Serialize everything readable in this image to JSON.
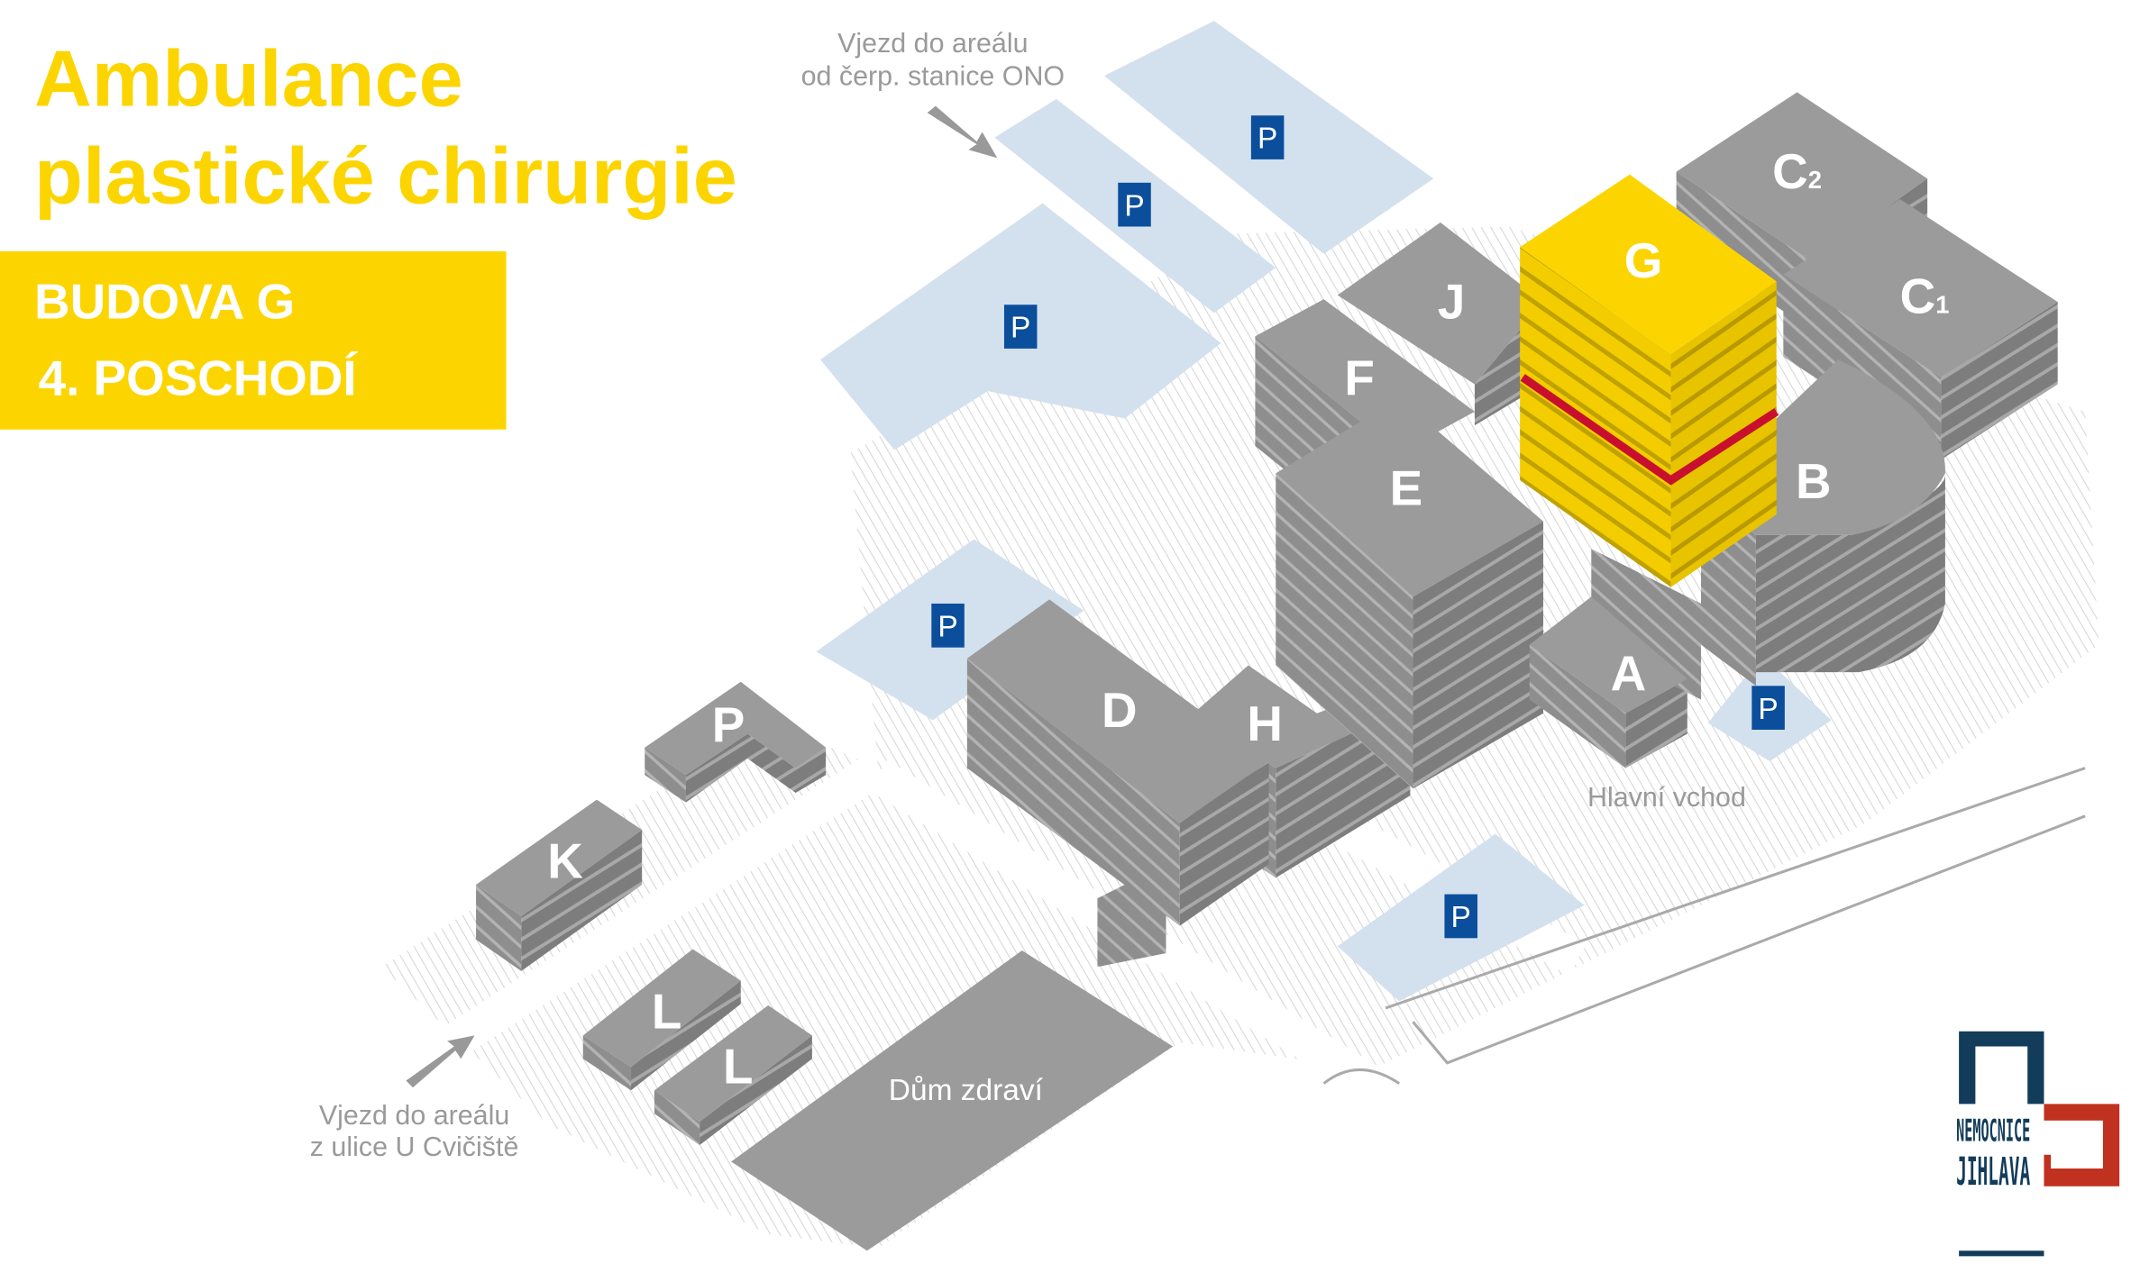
{
  "title": {
    "line1": "Ambulance",
    "line2": "plastické chirurgie"
  },
  "location_box": {
    "building": "BUDOVA G",
    "floor": "4. POSCHODÍ"
  },
  "entrances": {
    "north_line1": "Vjezd do areálu",
    "north_line2": "od čerp. stanice ONO",
    "south_line1": "Vjezd do areálu",
    "south_line2": "z ulice U Cvičiště"
  },
  "main_entrance": "Hlavní vchod",
  "parking_label": "P",
  "buildings": {
    "A": "A",
    "B": "B",
    "C1": "C",
    "C1_sub": "1",
    "C2": "C",
    "C2_sub": "2",
    "D": "D",
    "E": "E",
    "F": "F",
    "G": "G",
    "H": "H",
    "J": "J",
    "K": "K",
    "L1": "L",
    "L2": "L",
    "P": "P",
    "dum_zdravi": "Dům zdraví"
  },
  "logo": {
    "line1": "NEMOCNICE",
    "line2": "JIHLAVA"
  },
  "colors": {
    "highlight": "#fcd500",
    "parking": "#0b4f9c",
    "logo_blue": "#123c5a",
    "logo_red": "#c0311f",
    "floor_marker": "#c8102e"
  }
}
